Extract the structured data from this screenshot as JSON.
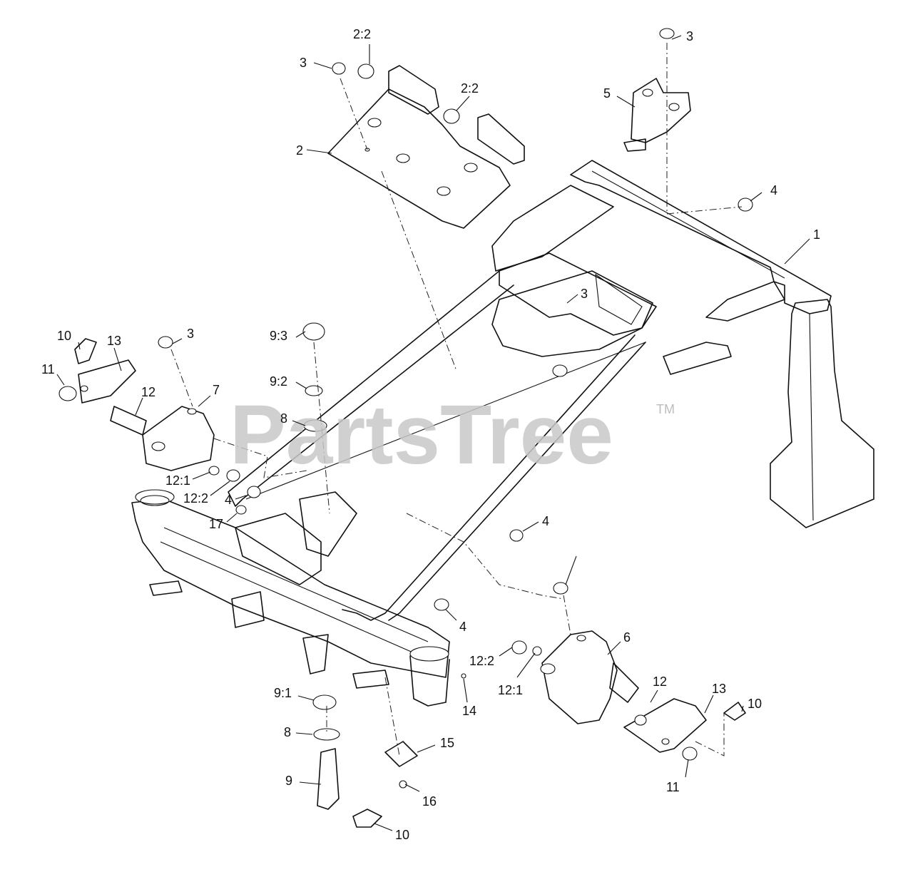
{
  "watermark": {
    "text": "PartsTree",
    "trademark": "TM",
    "color": "#c8c8c8"
  },
  "callouts": [
    {
      "id": "c-2-2-a",
      "label": "2:2"
    },
    {
      "id": "c-3-a",
      "label": "3"
    },
    {
      "id": "c-3-b",
      "label": "3"
    },
    {
      "id": "c-2-2-b",
      "label": "2:2"
    },
    {
      "id": "c-5",
      "label": "5"
    },
    {
      "id": "c-2",
      "label": "2"
    },
    {
      "id": "c-4-a",
      "label": "4"
    },
    {
      "id": "c-1",
      "label": "1"
    },
    {
      "id": "c-10-a",
      "label": "10"
    },
    {
      "id": "c-13-a",
      "label": "13"
    },
    {
      "id": "c-3-c",
      "label": "3"
    },
    {
      "id": "c-9-3",
      "label": "9:3"
    },
    {
      "id": "c-11-a",
      "label": "11"
    },
    {
      "id": "c-9-2",
      "label": "9:2"
    },
    {
      "id": "c-12-a",
      "label": "12"
    },
    {
      "id": "c-7",
      "label": "7"
    },
    {
      "id": "c-8-a",
      "label": "8"
    },
    {
      "id": "c-12-1-a",
      "label": "12:1"
    },
    {
      "id": "c-12-2-a",
      "label": "12:2"
    },
    {
      "id": "c-4-b",
      "label": "4"
    },
    {
      "id": "c-17",
      "label": "17"
    },
    {
      "id": "c-4-c",
      "label": "4"
    },
    {
      "id": "c-3-d",
      "label": "3"
    },
    {
      "id": "c-4-d",
      "label": "4"
    },
    {
      "id": "c-6",
      "label": "6"
    },
    {
      "id": "c-12-2-b",
      "label": "12:2"
    },
    {
      "id": "c-12-1-b",
      "label": "12:1"
    },
    {
      "id": "c-14",
      "label": "14"
    },
    {
      "id": "c-12-b",
      "label": "12"
    },
    {
      "id": "c-13-b",
      "label": "13"
    },
    {
      "id": "c-9-1",
      "label": "9:1"
    },
    {
      "id": "c-10-b",
      "label": "10"
    },
    {
      "id": "c-15",
      "label": "15"
    },
    {
      "id": "c-8-b",
      "label": "8"
    },
    {
      "id": "c-9",
      "label": "9"
    },
    {
      "id": "c-16",
      "label": "16"
    },
    {
      "id": "c-11-b",
      "label": "11"
    },
    {
      "id": "c-10-c",
      "label": "10"
    }
  ]
}
